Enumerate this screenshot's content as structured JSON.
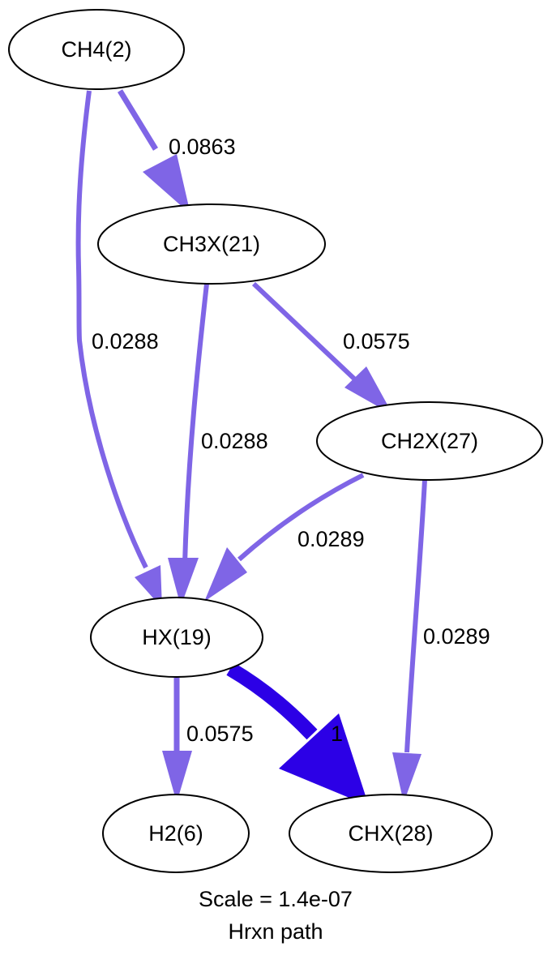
{
  "nodes": {
    "ch4": "CH4(2)",
    "ch3x": "CH3X(21)",
    "ch2x": "CH2X(27)",
    "hx": "HX(19)",
    "h2": "H2(6)",
    "chx": "CHX(28)"
  },
  "edges": {
    "ch4_ch3x": "0.0863",
    "ch4_hx": "0.0288",
    "ch3x_hx": "0.0288",
    "ch3x_ch2x": "0.0575",
    "ch2x_hx": "0.0289",
    "ch2x_chx": "0.0289",
    "hx_h2": "0.0575",
    "hx_chx": "1"
  },
  "footer": {
    "scale": "Scale = 1.4e-07",
    "caption": "Hrxn path"
  },
  "colors": {
    "edge": "#7f65e6",
    "edge_strong": "#2c00e6",
    "node_border": "#000000"
  }
}
